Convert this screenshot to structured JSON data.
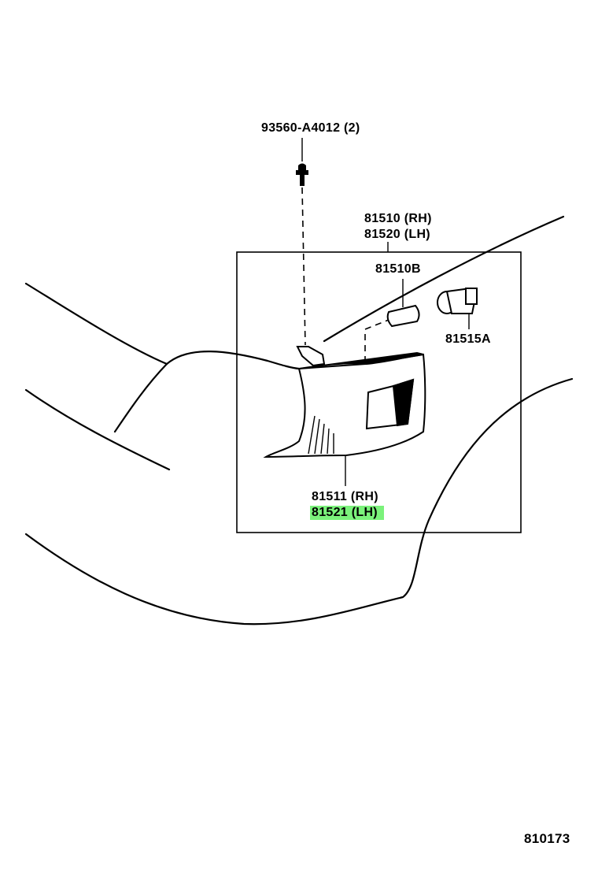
{
  "parts": {
    "bolt": "93560-A4012 (2)",
    "assembly_rh": "81510 (RH)",
    "assembly_lh": "81520 (LH)",
    "bulb": "81510B",
    "socket": "81515A",
    "lens_rh": "81511 (RH)",
    "lens_lh": "81521 (LH)"
  },
  "highlight_color": "#7bf27b",
  "diagram_ref": "810173"
}
